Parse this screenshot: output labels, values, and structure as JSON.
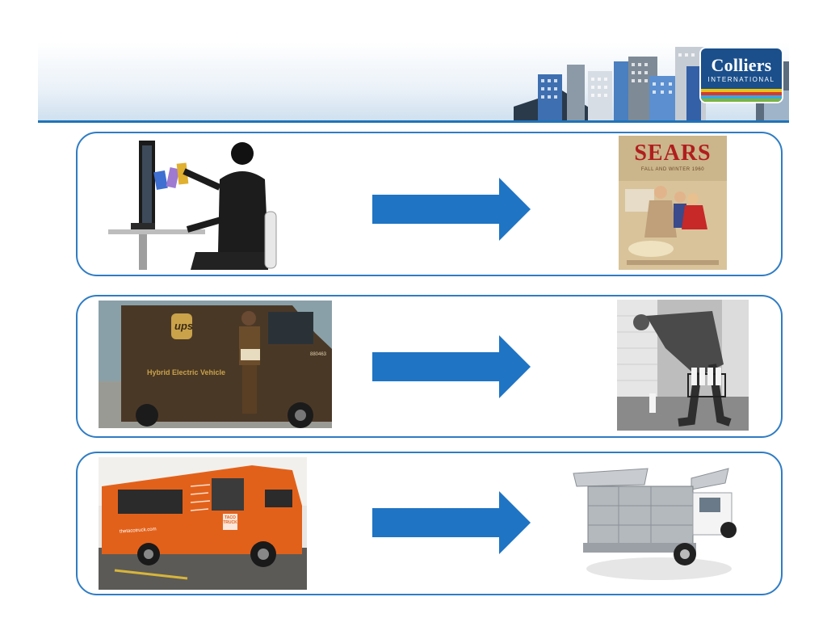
{
  "brand": {
    "name": "Colliers",
    "subtitle": "INTERNATIONAL",
    "stripe_colors": [
      "#e8c514",
      "#d63a2e",
      "#3aa8e0",
      "#7bb342"
    ],
    "logo_color": "#1a4f8b"
  },
  "colors": {
    "accent": "#1f73b8",
    "panel_border": "#2f7cc4",
    "arrow": "#1f74c4"
  },
  "rows": [
    {
      "left_photo": "woman-online-shopping-photo",
      "arrow_icon": "right-arrow-icon",
      "right_photo": "sears-catalog-photo",
      "right_text": {
        "title": "SEARS",
        "tagline": "FALL AND WINTER 1960"
      }
    },
    {
      "left_photo": "ups-delivery-truck-photo",
      "left_text": {
        "logo": "ups",
        "side_label": "Hybrid Electric Vehicle",
        "number": "880463"
      },
      "arrow_icon": "right-arrow-icon",
      "right_photo": "milkman-delivery-photo"
    },
    {
      "left_photo": "taco-food-truck-photo",
      "left_text": {
        "badge": "TACO TRUCK",
        "url": "thetacotruck.com"
      },
      "arrow_icon": "right-arrow-icon",
      "right_photo": "catering-lunch-truck-photo"
    }
  ]
}
